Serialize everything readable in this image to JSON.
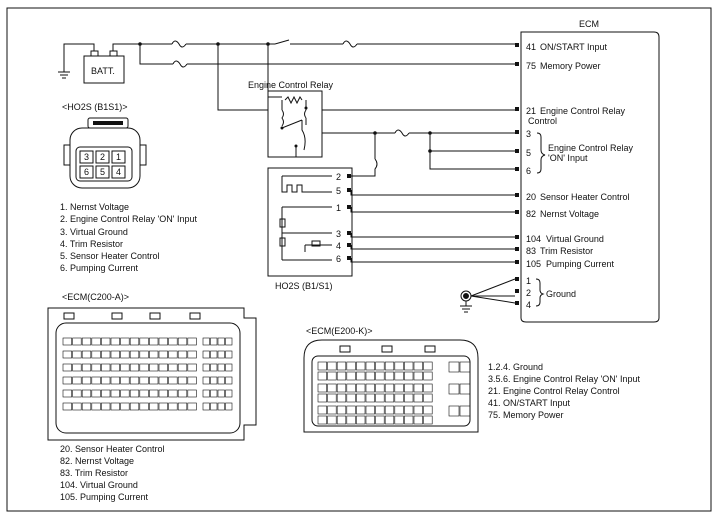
{
  "ecm": {
    "title": "ECM",
    "pins": [
      {
        "num": "41",
        "label": "ON/START Input"
      },
      {
        "num": "75",
        "label": "Memory Power"
      },
      {
        "num": "21",
        "label": "Engine Control Relay"
      },
      {
        "num": "3",
        "label": ""
      },
      {
        "num": "5",
        "label": ""
      },
      {
        "num": "6",
        "label": ""
      },
      {
        "num": "20",
        "label": "Sensor Heater Control"
      },
      {
        "num": "82",
        "label": "Nernst Voltage"
      },
      {
        "num": "104",
        "label": "Virtual Ground"
      },
      {
        "num": "83",
        "label": "Trim Resistor"
      },
      {
        "num": "105",
        "label": "Pumping Current"
      },
      {
        "num": "1",
        "label": ""
      },
      {
        "num": "2",
        "label": ""
      },
      {
        "num": "4",
        "label": ""
      }
    ],
    "pin21_line2": "Control",
    "relay_on_input": [
      "Engine Control Relay",
      "'ON' Input"
    ],
    "ground_label": "Ground"
  },
  "battery_label": "BATT.",
  "relay_label": "Engine Control Relay",
  "ho2s_box": {
    "title": "HO2S (B1/S1)",
    "pins": [
      "2",
      "5",
      "1",
      "3",
      "4",
      "6"
    ]
  },
  "ho2s_connector": {
    "title": "<HO2S (B1S1)>",
    "cells": [
      "3",
      "2",
      "1",
      "6",
      "5",
      "4"
    ],
    "legend": [
      "1. Nernst Voltage",
      "2. Engine Control Relay 'ON' Input",
      "3. Virtual Ground",
      "4. Trim Resistor",
      "5. Sensor Heater Control",
      "6. Pumping Current"
    ]
  },
  "ecm_c200": {
    "title": "<ECM(C200-A)>",
    "legend": [
      "20. Sensor Heater Control",
      "82. Nernst Voltage",
      "83. Trim Resistor",
      "104. Virtual Ground",
      "105. Pumping Current"
    ]
  },
  "ecm_e200": {
    "title": "<ECM(E200-K)>",
    "legend": [
      "1.2.4. Ground",
      "3.5.6. Engine Control Relay 'ON' Input",
      "21. Engine Control Relay Control",
      "41. ON/START Input",
      "75. Memory Power"
    ]
  }
}
